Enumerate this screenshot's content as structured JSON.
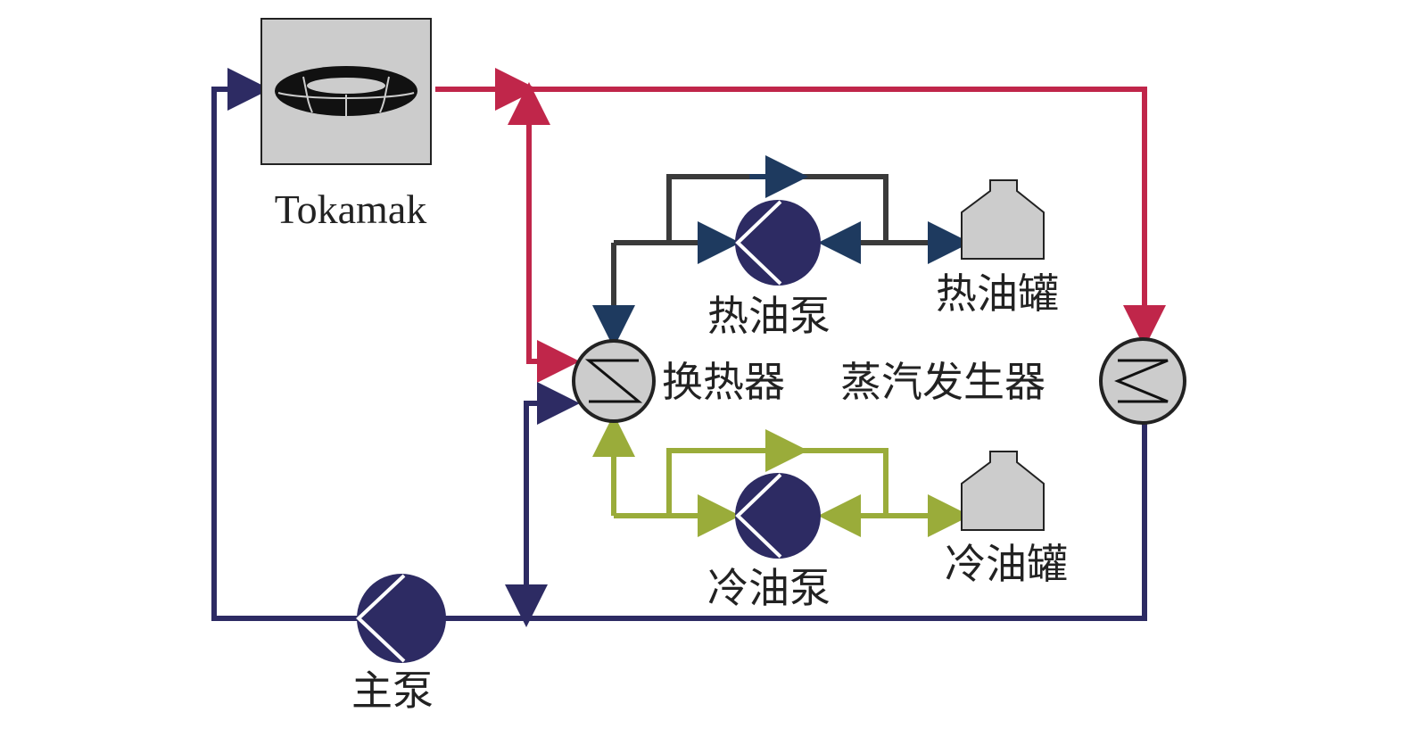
{
  "labels": {
    "tokamak": "Tokamak",
    "heat_exchanger": "换热器",
    "steam_generator": "蒸汽发生器",
    "hot_oil_pump": "热油泵",
    "hot_oil_tank": "热油罐",
    "cold_oil_pump": "冷油泵",
    "cold_oil_tank": "冷油罐",
    "main_pump": "主泵"
  },
  "colors": {
    "hot_loop": "#c0264a",
    "cold_loop": "#2d2b63",
    "hot_oil_loop": "#3a3a3a",
    "hot_oil_arrow": "#1e3a5f",
    "cold_oil_loop": "#9aac3a",
    "pump_fill": "#2d2b63",
    "component_fill": "#cccccc",
    "outline": "#222222"
  }
}
